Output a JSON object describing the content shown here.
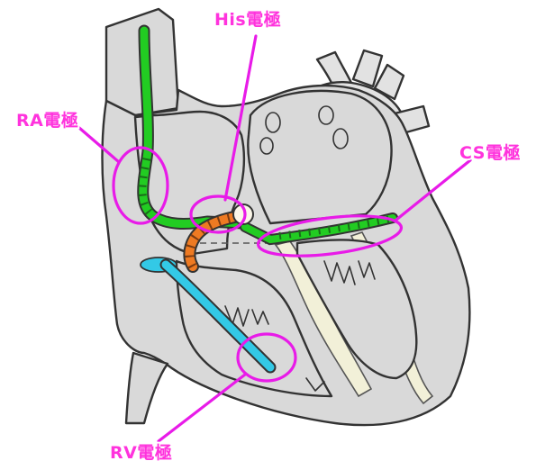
{
  "labels": {
    "his": "His電極",
    "ra": "RA電極",
    "cs": "CS電極",
    "rv": "RV電極"
  },
  "colors": {
    "accent": "#e81be8",
    "label_text": "#ff33dd",
    "heart_fill": "#d9d9d9",
    "ra_lead": "#22cc22",
    "cs_lead": "#22cc22",
    "his_lead": "#ee7a22",
    "rv_lead": "#33c9e6",
    "conduction": "#f2f0d8"
  }
}
